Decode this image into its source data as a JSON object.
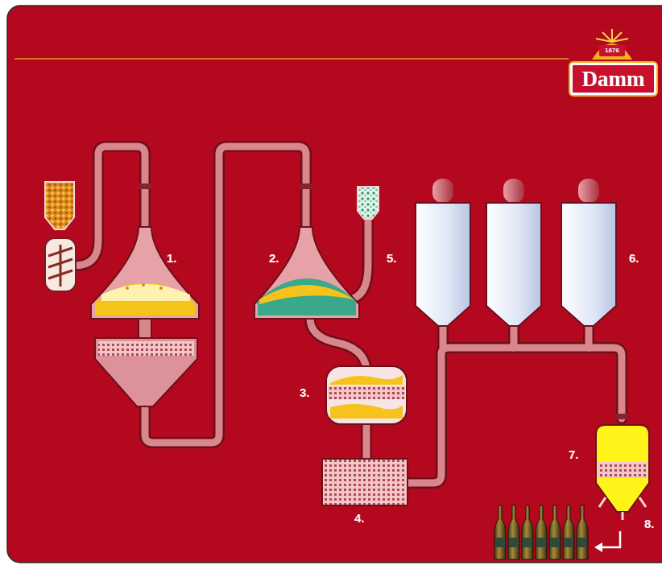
{
  "diagram": {
    "nodes": [
      {
        "text": [
          "Damm"
        ]
      }
    ],
    "labels": [
      "1876",
      "1.",
      "2.",
      "3.",
      "4.",
      "5.",
      "6.",
      "7.",
      "8."
    ]
  }
}
